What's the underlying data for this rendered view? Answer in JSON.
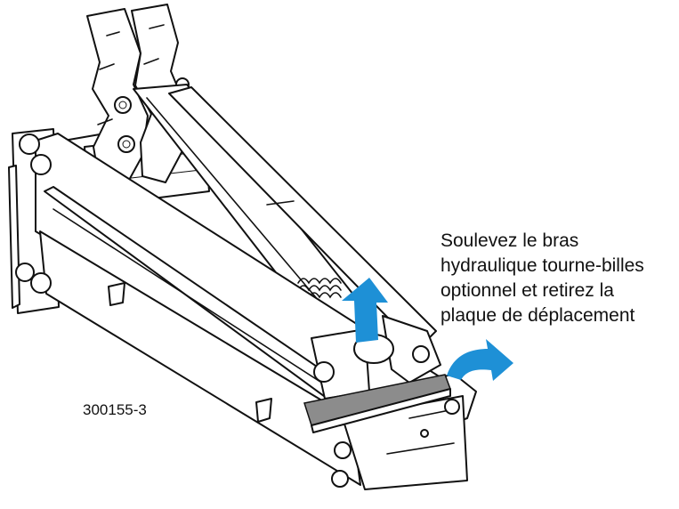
{
  "caption": {
    "lines": [
      "Soulevez le bras",
      "hydraulique tourne-billes",
      "optionnel et retirez la",
      "plaque de déplacement"
    ]
  },
  "figure_id": "300155-3",
  "colors": {
    "arrow": "#1E90D6",
    "plate": "#8C8C8C",
    "line": "#111111"
  }
}
